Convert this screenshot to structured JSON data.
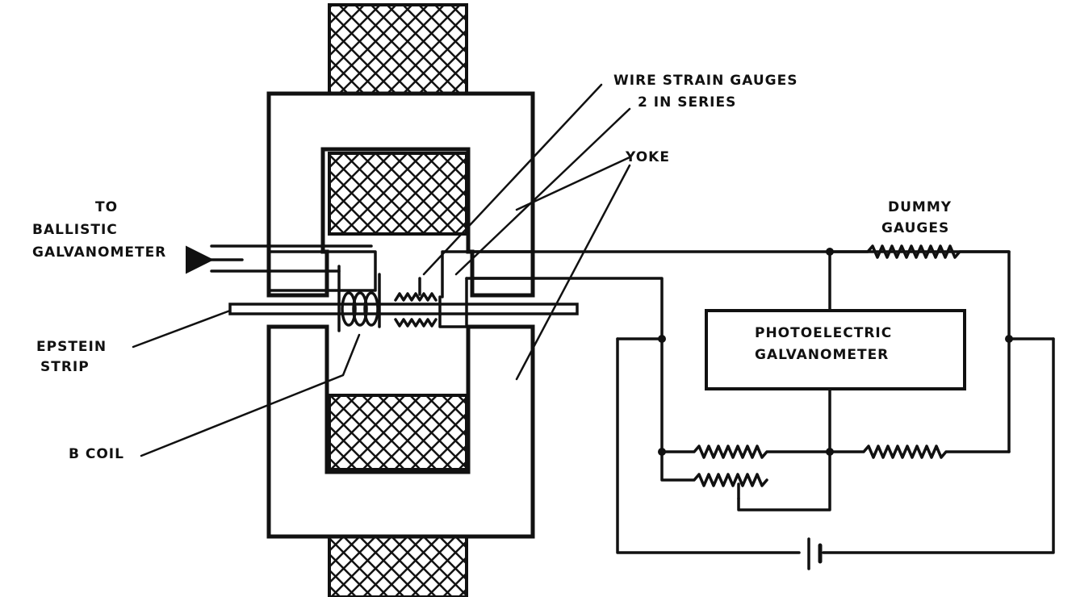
{
  "diagram": {
    "labels": {
      "wire_strain_gauges_line1": "WIRE STRAIN GAUGES",
      "wire_strain_gauges_line2": "2 IN SERIES",
      "yoke": "YOKE",
      "to_ballistic_line1": "TO",
      "to_ballistic_line2": "BALLISTIC",
      "to_ballistic_line3": "GALVANOMETER",
      "dummy_gauges_line1": "DUMMY",
      "dummy_gauges_line2": "GAUGES",
      "photoelectric_line1": "PHOTOELECTRIC",
      "photoelectric_line2": "GALVANOMETER",
      "epstein_strip_line1": "EPSTEIN",
      "epstein_strip_line2": "STRIP",
      "b_coil": "B COIL"
    },
    "colors": {
      "ink": "#111111",
      "paper": "#ffffff"
    }
  }
}
